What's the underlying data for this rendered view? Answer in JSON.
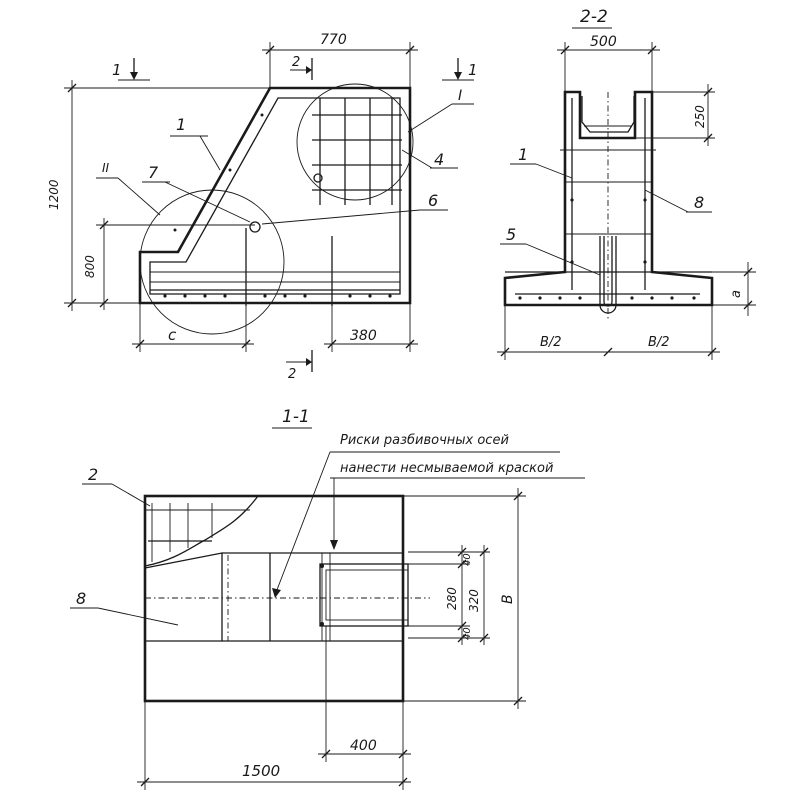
{
  "top_view": {
    "section_mark_1_left": "1",
    "section_mark_1_right": "1",
    "section_mark_2_top": "2",
    "section_mark_2_bottom": "2",
    "dim_top": "770",
    "dim_height": "1200",
    "dim_800": "800",
    "dim_c": "c",
    "dim_380": "380",
    "callout_1": "1",
    "callout_7": "7",
    "callout_6": "6",
    "callout_4": "4",
    "node_I": "I",
    "node_II": "II"
  },
  "section_2_2": {
    "title": "2-2",
    "dim_500": "500",
    "dim_250": "250",
    "dim_a": "a",
    "dim_b_half_left": "B/2",
    "dim_b_half_right": "B/2",
    "callout_1": "1",
    "callout_8": "8",
    "callout_5": "5"
  },
  "section_1_1": {
    "title": "1-1",
    "note_line_1": "Риски разбивочных осей",
    "note_line_2": "нанести несмываемой краской",
    "callout_2": "2",
    "callout_8": "8",
    "dim_40_top": "40",
    "dim_280": "280",
    "dim_320": "320",
    "dim_40_bottom": "40",
    "dim_b": "B",
    "dim_400": "400",
    "dim_1500": "1500"
  }
}
